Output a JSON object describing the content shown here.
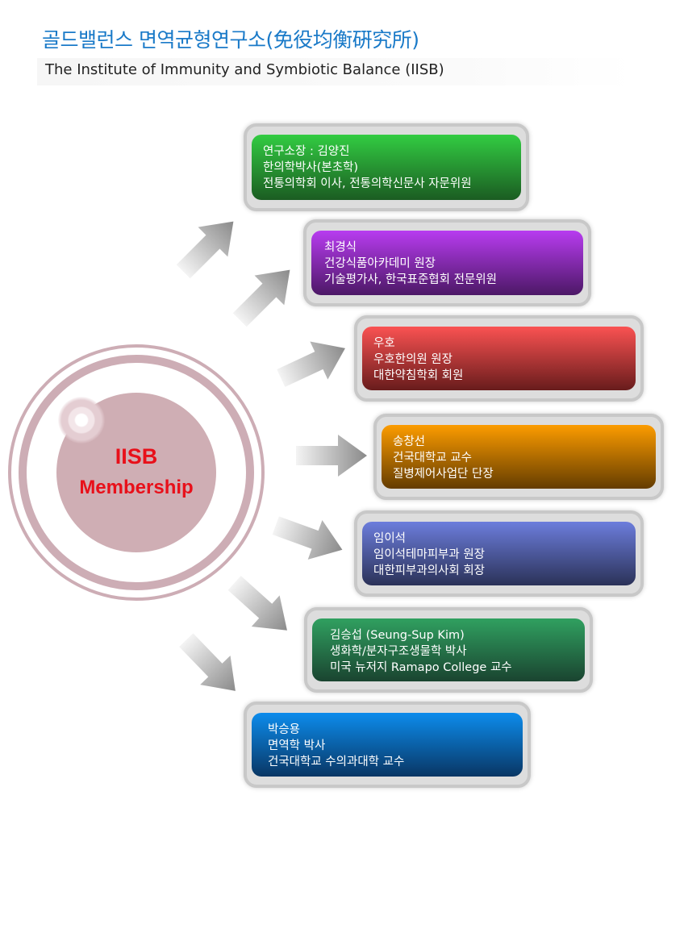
{
  "header": {
    "title_ko": "골드밸런스 면역균형연구소(免役均衡硏究所)",
    "title_en": "The Institute of Immunity and Symbiotic Balance (IISB)"
  },
  "center": {
    "line1": "IISB",
    "line2": "Membership"
  },
  "members": [
    {
      "lines": [
        "연구소장 : 김양진",
        "한의학박사(본초학)",
        "전통의학회 이사, 전통의학신문사 자문위원"
      ],
      "color": "#2ec63e"
    },
    {
      "lines": [
        "최경식",
        "건강식품아카데미 원장",
        "기술평가사, 한국표준협회 전문위원"
      ],
      "color": "#b13ae8"
    },
    {
      "lines": [
        "우호",
        "우호한의원 원장",
        "대한약침학회 회원"
      ],
      "color": "#f55050"
    },
    {
      "lines": [
        "송창선",
        "건국대학교 교수",
        "질병제어사업단 단장"
      ],
      "color": "#f89a00"
    },
    {
      "lines": [
        "임이석",
        "임이석테마피부과 원장",
        "대한피부과의사회 회장"
      ],
      "color": "#6a7ad8"
    },
    {
      "lines": [
        "김승섭 (Seung-Sup Kim)",
        "생화학/분자구조생물학 박사",
        "미국 뉴저지 Ramapo College 교수"
      ],
      "color": "#2e9a5e"
    },
    {
      "lines": [
        "박승용",
        "면역학 박사",
        "건국대학교 수의과대학 교수"
      ],
      "color": "#0a8ae8"
    }
  ]
}
